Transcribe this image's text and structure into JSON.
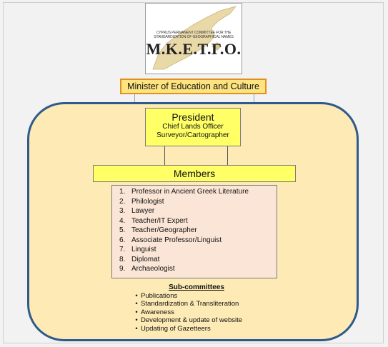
{
  "logo": {
    "caption_line1": "CYPRUS PERMANENT COMMITTEE FOR THE",
    "caption_line2": "STANDARDIZATION OF GEOGRAPHICAL NAMES",
    "acronym": "Μ.Κ.Ε.Τ.Γ.Ο."
  },
  "minister": "Minister of Education and Culture",
  "president": {
    "title": "President",
    "line1": "Chief Lands Officer",
    "line2": "Surveyor/Cartographer"
  },
  "members": {
    "heading": "Members",
    "items": [
      {
        "num": "1.",
        "label": "Professor in Ancient Greek Literature"
      },
      {
        "num": "2.",
        "label": "Philologist"
      },
      {
        "num": "3.",
        "label": "Lawyer"
      },
      {
        "num": "4.",
        "label": "Teacher/IT  Expert"
      },
      {
        "num": "5.",
        "label": "Teacher/Geographer"
      },
      {
        "num": "6.",
        "label": "Associate Professor/Linguist"
      },
      {
        "num": "7.",
        "label": "Linguist"
      },
      {
        "num": "8.",
        "label": "Diplomat"
      },
      {
        "num": "9.",
        "label": "Archaeologist"
      }
    ]
  },
  "subcommittees": {
    "heading": "Sub-committees",
    "bullet": "•",
    "items": [
      "Publications",
      "Standardization & Transliteration",
      "Awareness",
      "Development & update of website",
      "Updating of Gazetteers"
    ]
  },
  "colors": {
    "panel_fill": "#fdeab5",
    "panel_border": "#2f5a8c",
    "box_yellow": "#ffff66",
    "minister_fill": "#fde480",
    "minister_border": "#e2901d",
    "list_fill": "#fbe5d6"
  }
}
